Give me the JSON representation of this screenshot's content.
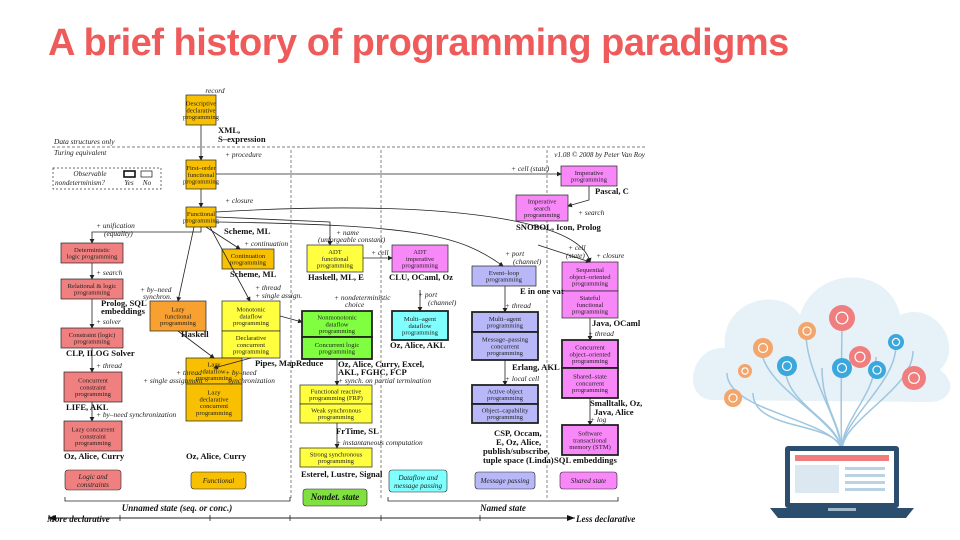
{
  "title": "A brief history of programming paradigms",
  "version": "v1.08 © 2008 by Peter Van Roy",
  "record": "record",
  "data_structures_only": "Data structures only",
  "turing_equivalent": "Turing equivalent",
  "legend": {
    "line1": "Observable",
    "line2": "nondeterminism?",
    "yes": "Yes",
    "no": "No"
  },
  "nodes": {
    "descriptive": [
      "Descriptive",
      "declarative",
      "programming"
    ],
    "first_order": [
      "First–order",
      "functional",
      "programming"
    ],
    "functional": [
      "Functional",
      "programming"
    ],
    "imperative": [
      "Imperative",
      "programming"
    ],
    "imp_search": [
      "Imperative",
      "search",
      "programming"
    ],
    "deterministic_logic": [
      "Deterministic",
      "logic programming"
    ],
    "relational": [
      "Relational & logic",
      "programming"
    ],
    "constraint": [
      "Constraint (logic)",
      "programming"
    ],
    "concurrent_constraint": [
      "Concurrent",
      "constraint",
      "programming"
    ],
    "lazy_concurrent_constraint": [
      "Lazy concurrent",
      "constraint",
      "programming"
    ],
    "continuation": [
      "Continuation",
      "programming"
    ],
    "lazy_functional": [
      "Lazy",
      "functional",
      "programming"
    ],
    "monotonic_dataflow": [
      "Monotonic",
      "dataflow",
      "programming"
    ],
    "declarative_concurrent": [
      "Declarative",
      "concurrent",
      "programming"
    ],
    "lazy_dataflow": [
      "Lazy",
      "dataflow",
      "programming"
    ],
    "lazy_declarative_concurrent": [
      "Lazy",
      "declarative",
      "concurrent",
      "programming"
    ],
    "adt_functional": [
      "ADT",
      "functional",
      "programming"
    ],
    "adt_imperative": [
      "ADT",
      "imperative",
      "programming"
    ],
    "nonmonotonic_dataflow": [
      "Nonmonotonic",
      "dataflow",
      "programming"
    ],
    "concurrent_logic": [
      "Concurrent logic",
      "programming"
    ],
    "frp": [
      "Functional reactive",
      "programming (FRP)"
    ],
    "weak_synchronous": [
      "Weak synchronous",
      "programming"
    ],
    "strong_synchronous": [
      "Strong synchronous",
      "programming"
    ],
    "multi_agent_dataflow": [
      "Multi–agent",
      "dataflow",
      "programming"
    ],
    "event_loop": [
      "Event–loop",
      "programming"
    ],
    "multi_agent": [
      "Multi–agent",
      "programming"
    ],
    "message_passing_concurrent": [
      "Message–passing",
      "concurrent",
      "programming"
    ],
    "active_object": [
      "Active object",
      "programming"
    ],
    "object_capability": [
      "Object–capability",
      "programming"
    ],
    "sequential_oo": [
      "Sequential",
      "object–oriented",
      "programming"
    ],
    "stateful_functional": [
      "Stateful",
      "functional",
      "programming"
    ],
    "concurrent_oo": [
      "Concurrent",
      "object–oriented",
      "programming"
    ],
    "shared_state_concurrent": [
      "Shared–state",
      "concurrent",
      "programming"
    ],
    "stm": [
      "Software",
      "transactional",
      "memory (STM)"
    ]
  },
  "languages": {
    "xml": "XML,",
    "sexpr": "S–expression",
    "pascal": "Pascal, C",
    "snobol": "SNOBOL, Icon, Prolog",
    "scheme": "Scheme, ML",
    "scheme2": "Scheme, ML",
    "haskell_ml_e": "Haskell, ML, E",
    "clu": "CLU, OCaml, Oz",
    "prolog_sql": "Prolog, SQL",
    "embeddings": "embeddings",
    "clp": "CLP, ILOG Solver",
    "life": "LIFE, AKL",
    "oz_alice_curry1": "Oz, Alice, Curry",
    "oz_alice_curry2": "Oz, Alice, Curry",
    "haskell": "Haskell",
    "pipes": "Pipes, MapReduce",
    "oz_akl": "Oz, Alice, AKL",
    "oz_excel1": "Oz, Alice, Curry, Excel,",
    "oz_excel2": "AKL, FGHC, FCP",
    "frtime": "FrTime, SL",
    "esterel": "Esterel, Lustre, Signal",
    "e_vat": "E in one vat",
    "erlang": "Erlang, AKL",
    "csp1": "CSP, Occam,",
    "csp2": "E, Oz, Alice,",
    "csp3": "publish/subscribe,",
    "csp4": "tuple space (Linda)",
    "java_ocaml": "Java, OCaml",
    "smalltalk1": "Smalltalk, Oz,",
    "smalltalk2": "Java, Alice",
    "sql_embed": "SQL embeddings"
  },
  "edges": {
    "procedure": "+ procedure",
    "closure": "+ closure",
    "cell_state": "+ cell (state)",
    "search": "+ search",
    "unification": "+ unification",
    "equality": "(equality)",
    "search2": "+ search",
    "solver": "+ solver",
    "thread1": "+ thread",
    "by_need_sync": "+ by–need synchronization",
    "continuation": "+ continuation",
    "by_need": "+ by–need",
    "synchron": "synchron.",
    "thread2": "+ thread",
    "single_assign": "+ single assign.",
    "name": "+ name",
    "unforgeable": "(unforgeable constant)",
    "cell": "+ cell",
    "nondet_choice": "+ nondeterministic",
    "choice": "choice",
    "port": "+ port",
    "channel": "(channel)",
    "thread3": "+ thread",
    "single_assignment": "+ single assignment",
    "by_need2": "+ by–need",
    "synchronization": "synchronization",
    "synch_partial": "+ synch. on partial termination",
    "instantaneous": "+ instantaneous computation",
    "port2": "+ port",
    "channel2": "(channel)",
    "thread4": "+ thread",
    "local_cell": "+ local cell",
    "cell2": "+ cell",
    "state2": "(state)",
    "closure2": "+ closure",
    "thread5": "+ thread",
    "log": "+ log"
  },
  "categories": [
    {
      "line1": "Logic and",
      "line2": "constraints",
      "color": "#f08080"
    },
    {
      "line1": "Functional",
      "line2": "",
      "color": "#f8c000"
    },
    {
      "line1": "Nondet. state",
      "line2": "",
      "color": "#7fe040"
    },
    {
      "line1": "Dataflow and",
      "line2": "message passing",
      "color": "#80ffff"
    },
    {
      "line1": "Message passing",
      "line2": "",
      "color": "#b8b8f8"
    },
    {
      "line1": "Shared state",
      "line2": "",
      "color": "#f888f8"
    }
  ],
  "bottom": {
    "unnamed": "Unnamed state (seq. or conc.)",
    "named": "Named state",
    "more": "More declarative",
    "less": "Less declarative"
  },
  "colors": {
    "title": "#ef5b5b",
    "orange": "#f8c000",
    "red": "#f08080",
    "pink": "#f888f8",
    "blue": "#b8b8f8",
    "cyan": "#80ffff",
    "green": "#80ff40",
    "yellow": "#ffff40",
    "tan": "#f8a030"
  }
}
